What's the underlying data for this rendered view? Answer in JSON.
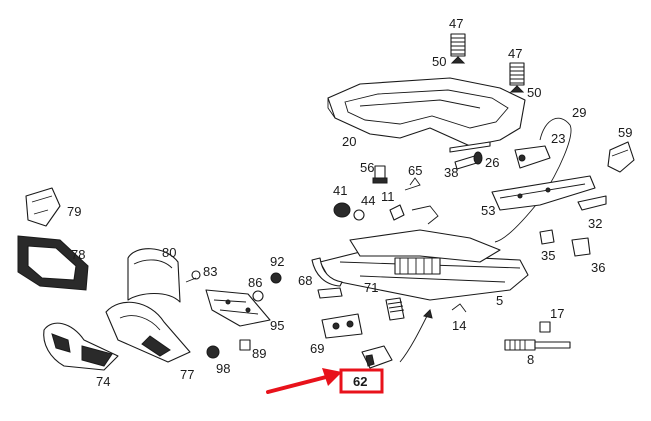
{
  "labels": {
    "p47a": "47",
    "p50a": "50",
    "p47b": "47",
    "p50b": "50",
    "p29": "29",
    "p20": "20",
    "p23": "23",
    "p59": "59",
    "p56": "56",
    "p65": "65",
    "p38": "38",
    "p26": "26",
    "p41": "41",
    "p11": "11",
    "p44": "44",
    "p53": "53",
    "p32": "32",
    "p79": "79",
    "p80": "80",
    "p92": "92",
    "p83": "83",
    "p86": "86",
    "p78": "78",
    "p35": "35",
    "p36": "36",
    "p68": "68",
    "p71": "71",
    "p5": "5",
    "p95": "95",
    "p14": "14",
    "p17": "17",
    "p69": "69",
    "p89": "89",
    "p8": "8",
    "p98": "98",
    "p77": "77",
    "p74": "74",
    "p62": "62"
  },
  "highlight": {
    "label": "62",
    "color": "#e8121b"
  }
}
